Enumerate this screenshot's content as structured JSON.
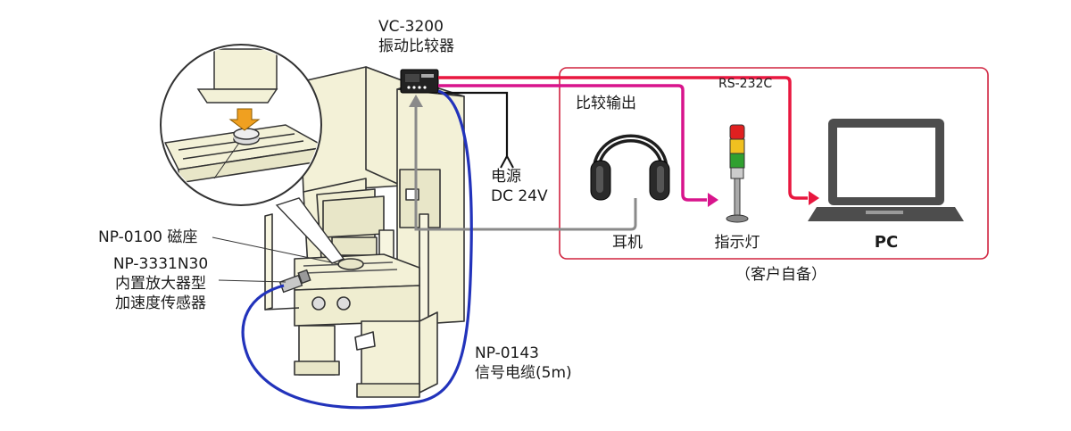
{
  "comparator": {
    "model": "VC-3200",
    "name": "振动比较器"
  },
  "power": {
    "line1": "电源",
    "line2": "DC 24V"
  },
  "rs232c": "RS-232C",
  "compare_output": "比较输出",
  "headphones": "耳机",
  "indicator_light": "指示灯",
  "pc": "PC",
  "customer_supplied": "（客户自备）",
  "magnet_base": "NP-0100 磁座",
  "sensor": {
    "line1": "NP-3331N30",
    "line2": "内置放大器型",
    "line3": "加速度传感器"
  },
  "cable": {
    "line1": "NP-0143",
    "line2": "信号电缆(5m)"
  },
  "colors": {
    "rs232c_line": "#e8173f",
    "output_line": "#d8148c",
    "power_line": "#111111",
    "signal_cable": "#2233bb",
    "headphone_cable": "#888888",
    "customer_box": "#d0233f",
    "machine_fill": "#f3f1d7",
    "machine_stroke": "#333333",
    "arrow_orange": "#f0a020"
  }
}
